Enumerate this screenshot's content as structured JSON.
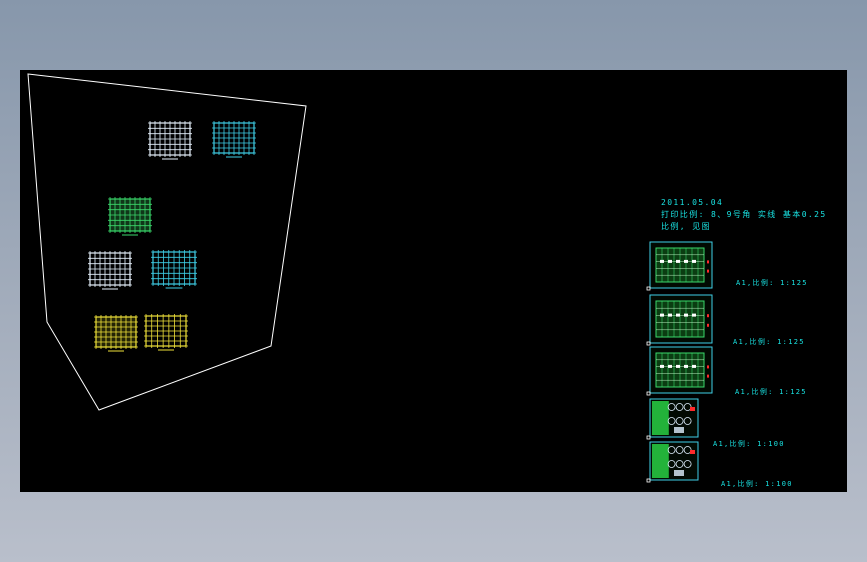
{
  "colors": {
    "background": "#000000",
    "boundary": "#ffffff",
    "annotation": "#19e3e3",
    "grid_white": "#e8f4ff",
    "grid_cyan": "#3fd0e8",
    "grid_green": "#3ad86b",
    "grid_yellow": "#f0e23a",
    "marker_red": "#ff2a2a"
  },
  "notes": {
    "line1": "2011.05.04",
    "line2": "打印比例: 8、9号角  实线  基本0.25",
    "line3": "比例, 见图"
  },
  "sheets": [
    {
      "label": "A1,比例: 1:125",
      "kind": "plan"
    },
    {
      "label": "A1,比例: 1:125",
      "kind": "plan"
    },
    {
      "label": "A1,比例: 1:125",
      "kind": "plan"
    },
    {
      "label": "A1,比例: 1:100",
      "kind": "detail"
    },
    {
      "label": "A1,比例: 1:100",
      "kind": "detail"
    }
  ]
}
